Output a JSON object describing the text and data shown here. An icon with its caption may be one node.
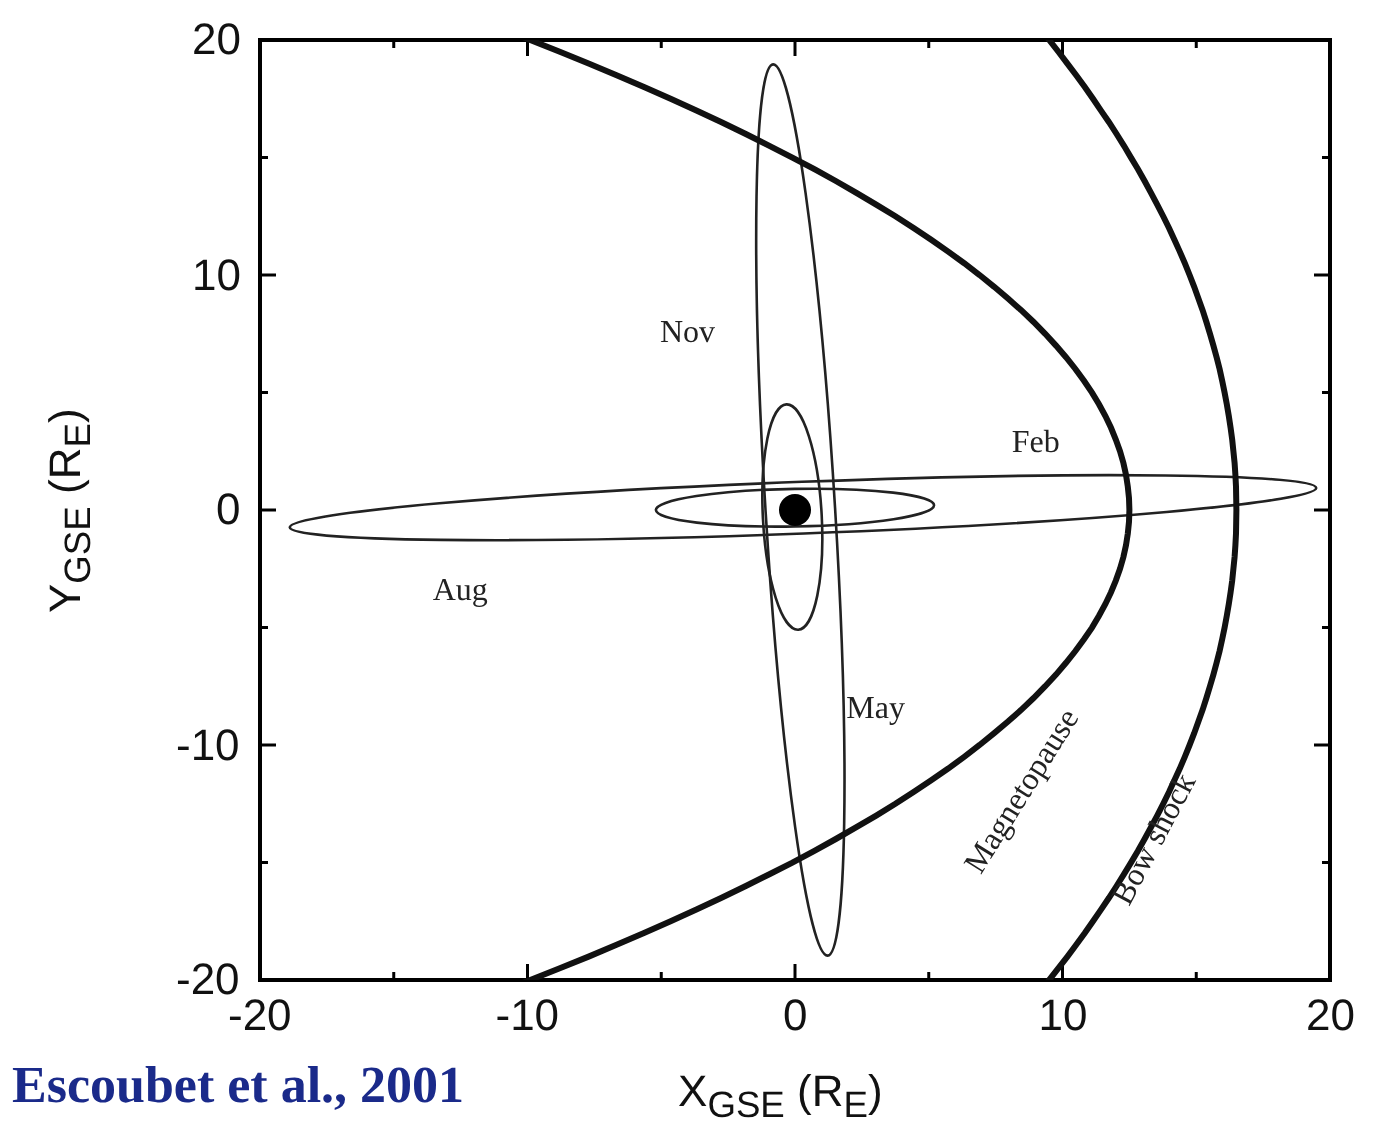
{
  "diagram": {
    "caption": "Escoubet et al., 2001",
    "labels": [
      "20",
      "10",
      "0",
      "-10",
      "-20",
      "-20",
      "-10",
      "0",
      "10",
      "20",
      "Y$_{GSE}$ (R$_{E}$)",
      "X$_{GSE}$ (R$_{E}$)",
      "Nov",
      "Feb",
      "Aug",
      "May",
      "Magnetopause",
      "Bow shock"
    ]
  }
}
